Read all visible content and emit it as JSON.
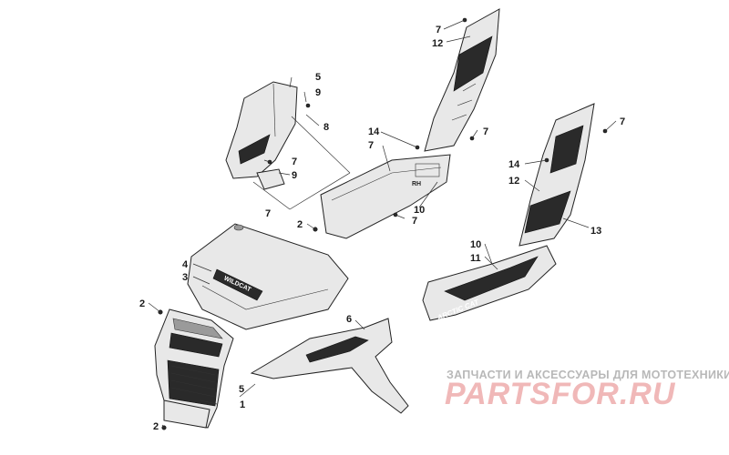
{
  "callouts": {
    "c1": "1",
    "c2a": "2",
    "c2b": "2",
    "c2c": "2",
    "c3": "3",
    "c4": "4",
    "c5a": "5",
    "c5b": "5",
    "c6": "6",
    "c7a": "7",
    "c7b": "7",
    "c7c": "7",
    "c7d": "7",
    "c7e": "7",
    "c7f": "7",
    "c7g": "7",
    "c8": "8",
    "c9a": "9",
    "c9b": "9",
    "c10a": "10",
    "c10b": "10",
    "c11": "11",
    "c12a": "12",
    "c12b": "12",
    "c13": "13",
    "c14a": "14",
    "c14b": "14"
  },
  "part_labels": {
    "hood_decal": "WILDCAT",
    "side_decal": "ARCTIC CAT",
    "rh_mark": "RH"
  },
  "watermark": {
    "caption": "ЗАПЧАСТИ И АКСЕССУАРЫ ДЛЯ МОТОТЕХНИКИ",
    "logo": "PARTSFOR.RU"
  },
  "colors": {
    "watermark_caption": "#b8b8b8",
    "watermark_logo": "#f0b8b8"
  }
}
